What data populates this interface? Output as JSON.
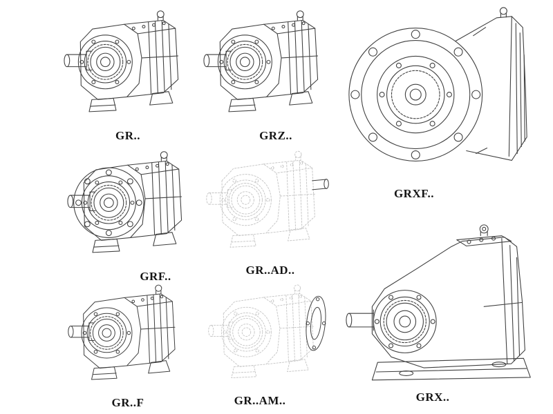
{
  "page": {
    "description": "Gear reducer catalog line-drawing sheet",
    "colors": {
      "background": "#ffffff",
      "line": "#3f3f3f",
      "ghost_line": "#c4c4c4",
      "label_text": "#151515"
    }
  },
  "figures": [
    {
      "id": "gr",
      "label": "GR..",
      "style": "solid",
      "type": "helical-gearbox-foot-mounted"
    },
    {
      "id": "grz",
      "label": "GRZ..",
      "style": "solid",
      "type": "helical-gearbox-foot-mounted"
    },
    {
      "id": "grxf",
      "label": "GRXF..",
      "style": "solid",
      "type": "helical-gearbox-front-flange"
    },
    {
      "id": "grf",
      "label": "GRF..",
      "style": "solid",
      "type": "helical-gearbox-flange-mounted"
    },
    {
      "id": "gr-ad",
      "label": "GR..AD..",
      "style": "ghost",
      "type": "helical-gearbox-input-adapter"
    },
    {
      "id": "gr-f",
      "label": "GR..F",
      "style": "solid",
      "type": "helical-gearbox-foot-mounted"
    },
    {
      "id": "gr-am",
      "label": "GR..AM..",
      "style": "ghost",
      "type": "helical-gearbox-motor-adapter"
    },
    {
      "id": "grx",
      "label": "GRX..",
      "style": "solid",
      "type": "large-helical-gearbox-foot-mounted"
    }
  ]
}
